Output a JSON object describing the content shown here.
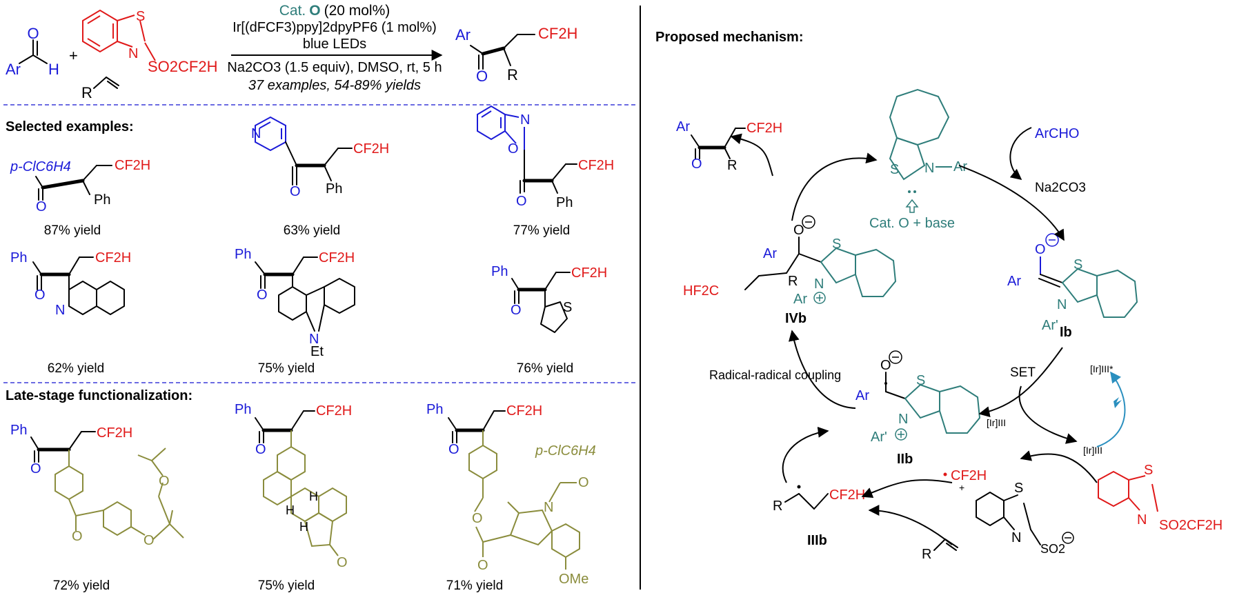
{
  "scheme": {
    "catalyst_prefix": "Cat.",
    "catalyst_letter": "O",
    "catalyst_loading": "(20 mol%)",
    "photocatalyst": "Ir[(dFCF3)ppy]2dpyPF6 (1 mol%)",
    "light": "blue LEDs",
    "conditions": "Na2CO3 (1.5 equiv), DMSO, rt, 5 h",
    "scope": "37 examples, 54-89% yields",
    "reagent_ar": "Ar",
    "reagent_h": "H",
    "reagent_o": "O",
    "plus": "+",
    "sulfone": "SO2CF2H",
    "alkene_r": "R",
    "product_ar": "Ar",
    "product_cf2h": "CF2H",
    "product_o": "O",
    "product_r": "R"
  },
  "sections": {
    "selected": "Selected examples:",
    "late_stage": "Late-stage functionalization:",
    "mechanism": "Proposed mechanism:"
  },
  "yields": [
    "87% yield",
    "63% yield",
    "77% yield",
    "62% yield",
    "75% yield",
    "76% yield",
    "72% yield",
    "75% yield",
    "71% yield"
  ],
  "examples": {
    "ex1_ar": "p-ClC6H4",
    "ph": "Ph",
    "cf2h": "CF2H",
    "o": "O",
    "n": "N",
    "s": "S",
    "h": "H",
    "et": "Et",
    "ome": "OMe",
    "pcl": "p-ClC6H4"
  },
  "mechanism": {
    "archo": "ArCHO",
    "na2co3": "Na2CO3",
    "cat_base": "Cat. O + base",
    "ar": "Ar",
    "ar_prime": "Ar'",
    "o_minus": "O",
    "label_ib": "Ib",
    "label_iib": "IIb",
    "label_iiib": "IIIb",
    "label_ivb": "IVb",
    "set": "SET",
    "radical_coupling": "Radical-radical coupling",
    "ir3_star": "[Ir]III*",
    "ir4": "[Ir]III",
    "ir3": "[Ir]III",
    "cf2h_radical": "CF2H",
    "hf2c": "HF2C",
    "so2_minus": "SO2",
    "r": "R",
    "product_r": "R",
    "product_ar": "Ar"
  }
}
